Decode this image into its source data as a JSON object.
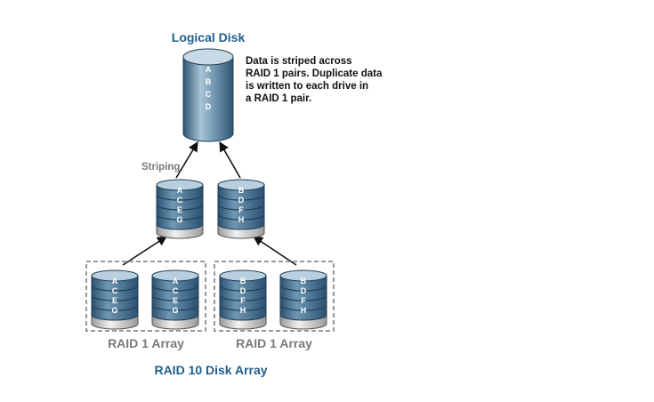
{
  "title": "Logical Disk",
  "note_lines": [
    "Data is striped across",
    "RAID 1 pairs. Duplicate data",
    "is written to each drive in",
    "a RAID 1 pair."
  ],
  "striping_label": "Striping",
  "logical_disk_letters": [
    "A",
    "B",
    "C",
    "D"
  ],
  "stripe_disks": [
    {
      "letters": [
        "A",
        "C",
        "E",
        "G"
      ]
    },
    {
      "letters": [
        "B",
        "D",
        "F",
        "H"
      ]
    }
  ],
  "raid1_arrays": [
    {
      "label": "RAID 1 Array",
      "disks": [
        {
          "letters": [
            "A",
            "C",
            "E",
            "G"
          ]
        },
        {
          "letters": [
            "A",
            "C",
            "E",
            "G"
          ]
        }
      ]
    },
    {
      "label": "RAID 1 Array",
      "disks": [
        {
          "letters": [
            "B",
            "D",
            "F",
            "H"
          ]
        },
        {
          "letters": [
            "B",
            "D",
            "F",
            "H"
          ]
        }
      ]
    }
  ],
  "footer": "RAID 10 Disk Array",
  "colors": {
    "title": "#1f5f8b",
    "disk_light": "#a9c4d6",
    "disk_mid": "#5f87a3",
    "disk_dark": "#2e5573",
    "gray": "#7a7a7a"
  }
}
